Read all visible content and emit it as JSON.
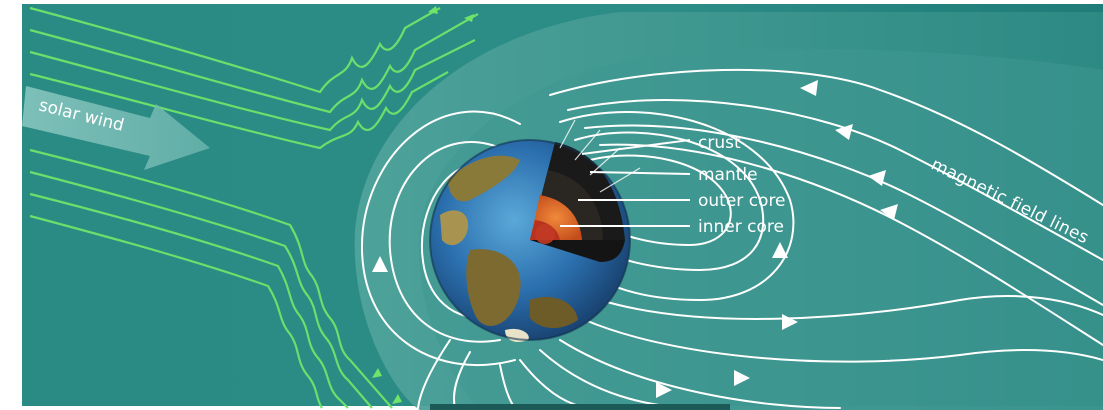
{
  "labels": {
    "solar_wind": "solar wind",
    "crust": "crust",
    "mantle": "mantle",
    "outer_core": "outer core",
    "inner_core": "inner core",
    "magnetic_field_lines": "magnetic field lines"
  },
  "colors": {
    "background": "#2d8c86",
    "magnetosphere": "#6fb3ab",
    "field_line": "#ffffff",
    "solar_wind_line": "#6ee46a",
    "crust": "#1a1a1a",
    "outer_core": "#e06a2a",
    "inner_core": "#b8321e",
    "ocean": "#2a6fae",
    "land": "#8a7a3a"
  }
}
